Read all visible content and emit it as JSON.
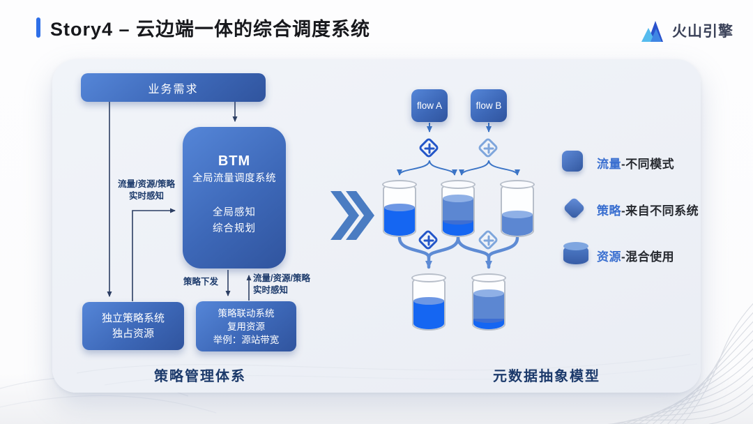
{
  "header": {
    "title": "Story4 – 云边端一体的综合调度系统",
    "brand": "火山引擎"
  },
  "left": {
    "business_box": "业务需求",
    "btm": {
      "title": "BTM",
      "subtitle": "全局流量调度系统",
      "body1": "全局感知",
      "body2": "综合规划"
    },
    "label_sense_left_1": "流量/资源/策略",
    "label_sense_left_2": "实时感知",
    "label_dispatch": "策略下发",
    "label_sense_right_1": "流量/资源/策略",
    "label_sense_right_2": "实时感知",
    "independent": {
      "line1": "独立策略系统",
      "line2": "独占资源"
    },
    "linkage": {
      "line1": "策略联动系统",
      "line2": "复用资源",
      "line3": "举例：源站带宽"
    },
    "caption": "策略管理体系"
  },
  "right": {
    "flow_a": "flow A",
    "flow_b": "flow B",
    "caption": "元数据抽象模型",
    "legend": [
      {
        "icon": "square-icon",
        "term": "流量",
        "desc": "-不同模式"
      },
      {
        "icon": "diamond-icon",
        "term": "策略",
        "desc": "-来自不同系统"
      },
      {
        "icon": "cylinder-icon",
        "term": "资源",
        "desc": "-混合使用"
      }
    ],
    "buckets": {
      "top": [
        {
          "layers": [
            {
              "tone": "bright",
              "pct": 56
            }
          ]
        },
        {
          "layers": [
            {
              "tone": "bright",
              "pct": 30
            },
            {
              "tone": "medium",
              "pct": 43
            }
          ]
        },
        {
          "layers": [
            {
              "tone": "medium",
              "pct": 42
            }
          ]
        }
      ],
      "bottom": [
        {
          "layers": [
            {
              "tone": "bright",
              "pct": 55
            }
          ]
        },
        {
          "layers": [
            {
              "tone": "bright",
              "pct": 20
            },
            {
              "tone": "medium",
              "pct": 50
            }
          ]
        }
      ]
    }
  },
  "colors": {
    "accent_bar": "#2E6FE8",
    "box_gradient_start": "#5586D8",
    "box_gradient_end": "#30549E",
    "bright_fill": "#1566F2",
    "bright_fill_top": "#6D97E4",
    "bright_fill_buried_top": "#3E6ED2",
    "medium_fill": "#5C87D2",
    "medium_fill_top": "#8FB0E6",
    "connector_navy": "#2C3E63",
    "connector_blue": "#3B74C6",
    "connector_thick": "#5E8BD4",
    "caption_text": "#1C3A6B"
  }
}
